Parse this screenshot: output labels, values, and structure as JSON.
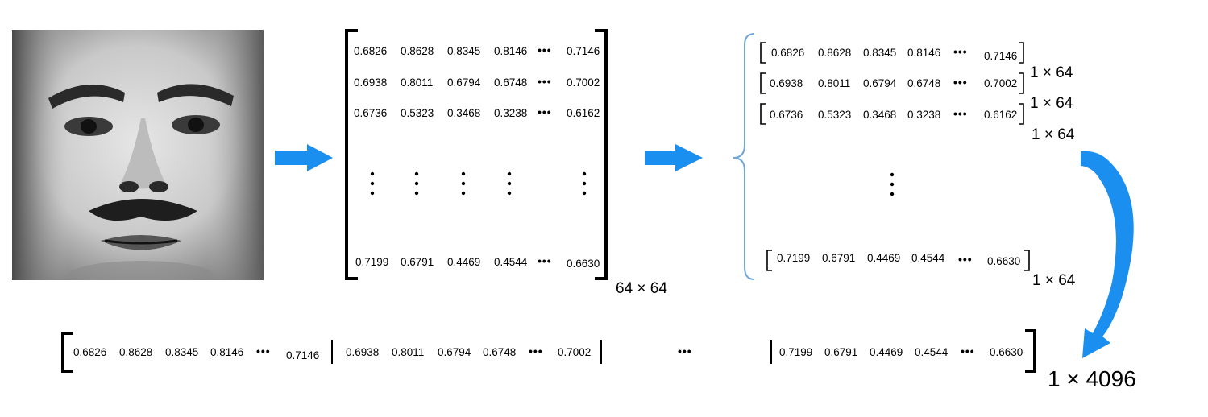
{
  "matrix_rows": [
    [
      "0.6826",
      "0.8628",
      "0.8345",
      "0.8146",
      "0.7146"
    ],
    [
      "0.6938",
      "0.8011",
      "0.6794",
      "0.6748",
      "0.7002"
    ],
    [
      "0.6736",
      "0.5323",
      "0.3468",
      "0.3238",
      "0.6162"
    ],
    [
      "0.7199",
      "0.6791",
      "0.4469",
      "0.4544",
      "0.6630"
    ]
  ],
  "ellipsis": "•••",
  "labels": {
    "matrix_size": "64 × 64",
    "row_size": "1 × 64",
    "vector_size": "1 × 4096"
  },
  "colors": {
    "arrow": "#1a8ff0",
    "brace": "#6fa8d6"
  },
  "icons": {
    "face_image": "grayscale-face-photo",
    "arrow": "right-arrow"
  }
}
